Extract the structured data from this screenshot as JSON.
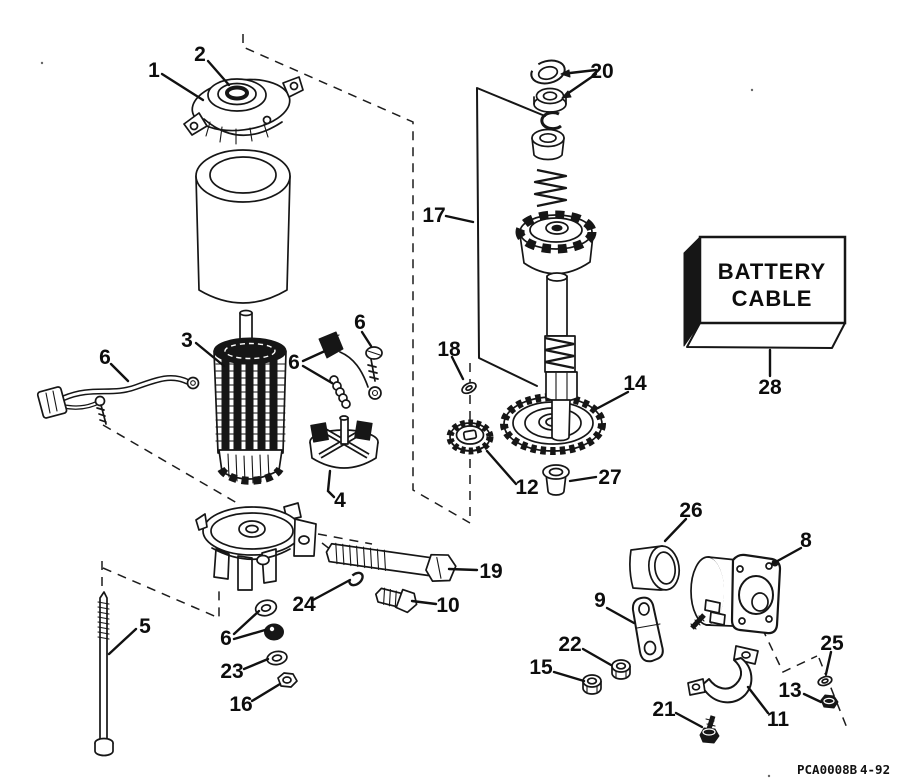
{
  "diagram": {
    "callouts": {
      "c1": "1",
      "c2": "2",
      "c3": "3",
      "c4": "4",
      "c5": "5",
      "c6": "6",
      "c8": "8",
      "c9": "9",
      "c10": "10",
      "c11": "11",
      "c12": "12",
      "c13": "13",
      "c14": "14",
      "c15": "15",
      "c16": "16",
      "c17": "17",
      "c18": "18",
      "c19": "19",
      "c20": "20",
      "c21": "21",
      "c22": "22",
      "c23": "23",
      "c24": "24",
      "c25": "25",
      "c26": "26",
      "c27": "27",
      "c28": "28"
    },
    "battery_box": {
      "line1": "BATTERY",
      "line2": "CABLE"
    },
    "part_code": {
      "code": "PCA0008B",
      "date": "4-92"
    }
  }
}
